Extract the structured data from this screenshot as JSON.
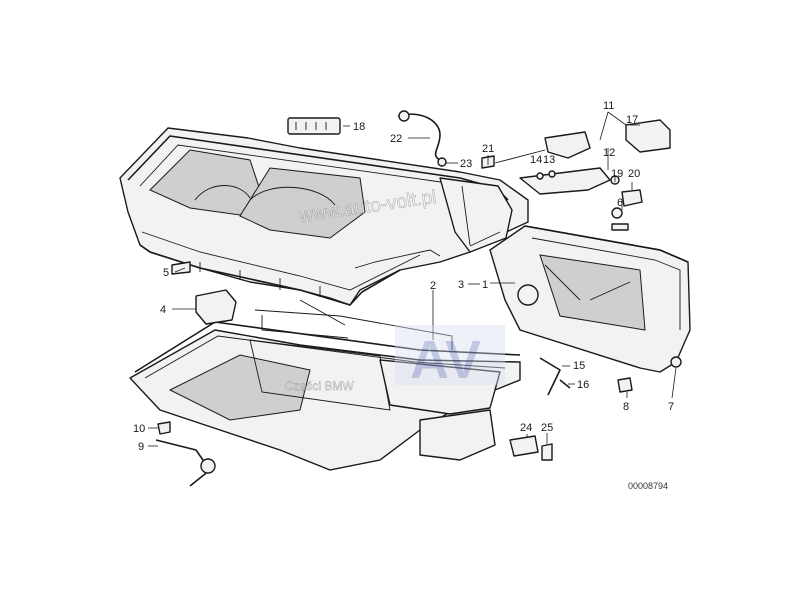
{
  "diagram": {
    "callouts": [
      "1",
      "2",
      "3",
      "4",
      "5",
      "6",
      "7",
      "8",
      "9",
      "10",
      "11",
      "12",
      "13",
      "14",
      "15",
      "16",
      "17",
      "18",
      "19",
      "20",
      "21",
      "22",
      "23",
      "24",
      "25"
    ],
    "document_code": "00008794"
  },
  "watermark": {
    "url_text": "www.auto-volt.pl",
    "logo_text": "AV",
    "caption": "Części BMW"
  },
  "colors": {
    "line": "#1a1a1a",
    "background": "#ffffff",
    "watermark_logo": "#3a4fa0"
  }
}
